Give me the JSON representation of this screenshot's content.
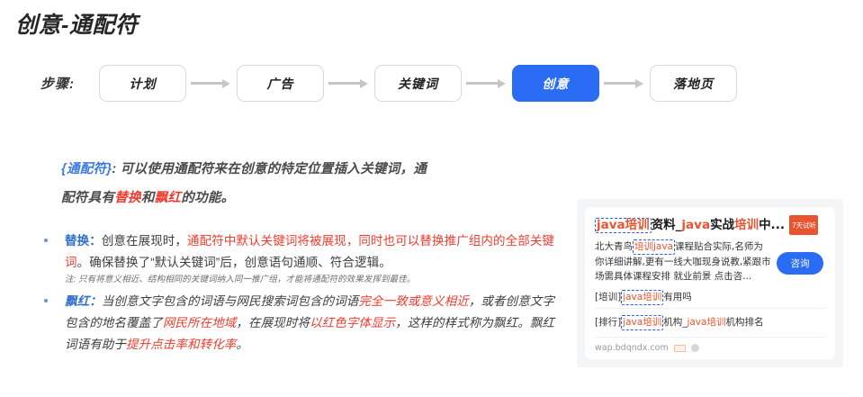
{
  "page_title": "创意-通配符",
  "steps": {
    "label": "步骤:",
    "items": [
      {
        "label": "计划",
        "active": false
      },
      {
        "label": "广告",
        "active": false
      },
      {
        "label": "关键词",
        "active": false
      },
      {
        "label": "创意",
        "active": true
      },
      {
        "label": "落地页",
        "active": false
      }
    ],
    "active_color": "#2a6cf4"
  },
  "definition": {
    "brace_open": "{",
    "term": "通配符",
    "brace_close": "}",
    "colon": ":",
    "line1_rest": "可以使用通配符来在创意的特定位置插入关键词，通",
    "line2_a": "配符具有",
    "line2_red1": "替换",
    "line2_b": "和",
    "line2_red2": "飘红",
    "line2_c": "的功能。"
  },
  "bullets": [
    {
      "lead": "替换：",
      "segments": [
        {
          "text": "创意在展现时，",
          "color": "normal"
        },
        {
          "text": "通配符中默认关键词将被展现，同时也可以替换推广组内的全部关键词",
          "color": "red"
        },
        {
          "text": "。确保替换了“默认关键词”后，创意语句通顺、符合逻辑。",
          "color": "normal"
        }
      ],
      "note": "注: 只有将意义相近、结构相同的关键词纳入同一推广组，才能将通配符的效果发挥到最佳。"
    },
    {
      "lead": "飘红：",
      "segments": [
        {
          "text": "当创意文字包含的词语与网民搜索词包含的词语",
          "color": "normal"
        },
        {
          "text": "完全一致或意义相近",
          "color": "red"
        },
        {
          "text": "，或者创意文字包含的地名覆盖了",
          "color": "normal"
        },
        {
          "text": "网民所在地域",
          "color": "red"
        },
        {
          "text": "，在展现时将",
          "color": "normal"
        },
        {
          "text": "以红色字体显示",
          "color": "red"
        },
        {
          "text": "，这样的样式称为飘红。飘红词语有助于",
          "color": "normal"
        },
        {
          "text": "提升点击率和转化率",
          "color": "red"
        },
        {
          "text": "。",
          "color": "normal"
        }
      ],
      "note": ""
    }
  ],
  "ad_preview": {
    "title_parts": [
      {
        "text": "java培训",
        "style": "kw-boxed"
      },
      {
        "text": "资料_",
        "style": "plain"
      },
      {
        "text": "java",
        "style": "kw"
      },
      {
        "text": "实战",
        "style": "plain"
      },
      {
        "text": "培训",
        "style": "kw"
      },
      {
        "text": "中...",
        "style": "plain"
      }
    ],
    "badge": "7天试听",
    "desc_parts": [
      {
        "text": "北大青鸟",
        "style": "plain"
      },
      {
        "text": "培训java",
        "style": "kw-boxed"
      },
      {
        "text": "课程贴合实际,名师为你详细讲解,更有一线大咖现身说教,紧跟市场需具体课程安排 就业前景 点击咨...",
        "style": "plain"
      }
    ],
    "ask_button": "咨询",
    "sub_links": [
      {
        "parts": [
          {
            "text": "[培训]",
            "style": "plain"
          },
          {
            "text": "java培训",
            "style": "kw-boxed"
          },
          {
            "text": "有用吗",
            "style": "plain"
          }
        ]
      },
      {
        "parts": [
          {
            "text": "[排行]",
            "style": "plain"
          },
          {
            "text": "java培训",
            "style": "kw-boxed"
          },
          {
            "text": "机构_",
            "style": "plain"
          },
          {
            "text": "java培训",
            "style": "kw"
          },
          {
            "text": "机构排名",
            "style": "plain"
          }
        ]
      }
    ],
    "footer_url": "wap.bdqndx.com"
  },
  "colors": {
    "accent_blue": "#2a6cf4",
    "highlight_red": "#ef3b2d",
    "keyword_orange": "#e8542f",
    "box_border_blue": "#2a5de8"
  }
}
